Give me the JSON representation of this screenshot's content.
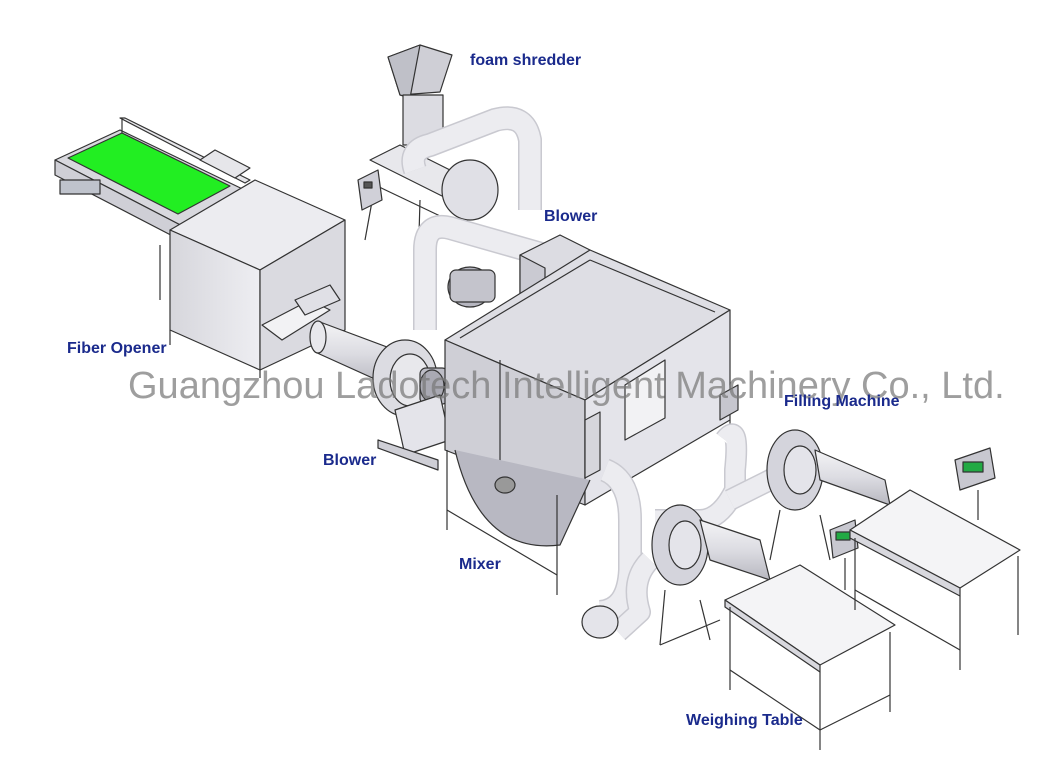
{
  "labels": {
    "foam_shredder": "foam shredder",
    "blower_top": "Blower",
    "fiber_opener": "Fiber Opener",
    "blower_bottom": "Blower",
    "mixer": "Mixer",
    "filling_machine": "Filling Machine",
    "weighing_table": "Weighing Table"
  },
  "watermark": "Guangzhou Ladotech Intelligent Machinery Co., Ltd.",
  "colors": {
    "label_text": "#1a2a8c",
    "conveyor_belt": "#22ee22",
    "machine_body": "#e2e2e6",
    "line": "#333333"
  }
}
